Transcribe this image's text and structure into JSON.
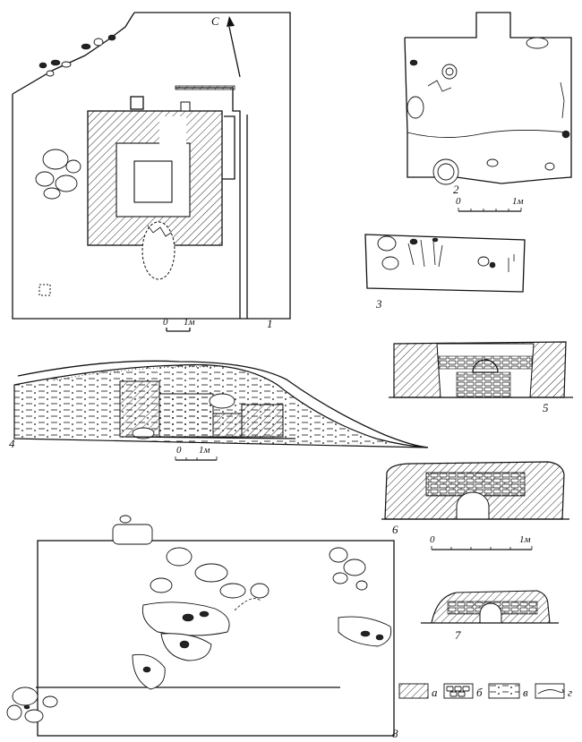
{
  "figures": [
    {
      "id": "1",
      "label": "1"
    },
    {
      "id": "2",
      "label": "2"
    },
    {
      "id": "3",
      "label": "3"
    },
    {
      "id": "4",
      "label": "4"
    },
    {
      "id": "5",
      "label": "5"
    },
    {
      "id": "6",
      "label": "6"
    },
    {
      "id": "7",
      "label": "7"
    },
    {
      "id": "8",
      "label": "8"
    }
  ],
  "north_label": "С",
  "scale_bars": [
    {
      "zero": "0",
      "unit": "1м"
    },
    {
      "zero": "0",
      "unit": "1м"
    },
    {
      "zero": "0",
      "unit": "1м"
    },
    {
      "zero": "0",
      "unit": "1м"
    }
  ],
  "legend": {
    "items": [
      {
        "key": "а",
        "pattern": "hatch"
      },
      {
        "key": "б",
        "pattern": "stones"
      },
      {
        "key": "в",
        "pattern": "dashed-fill"
      },
      {
        "key": "г",
        "pattern": "surface-line"
      }
    ]
  }
}
